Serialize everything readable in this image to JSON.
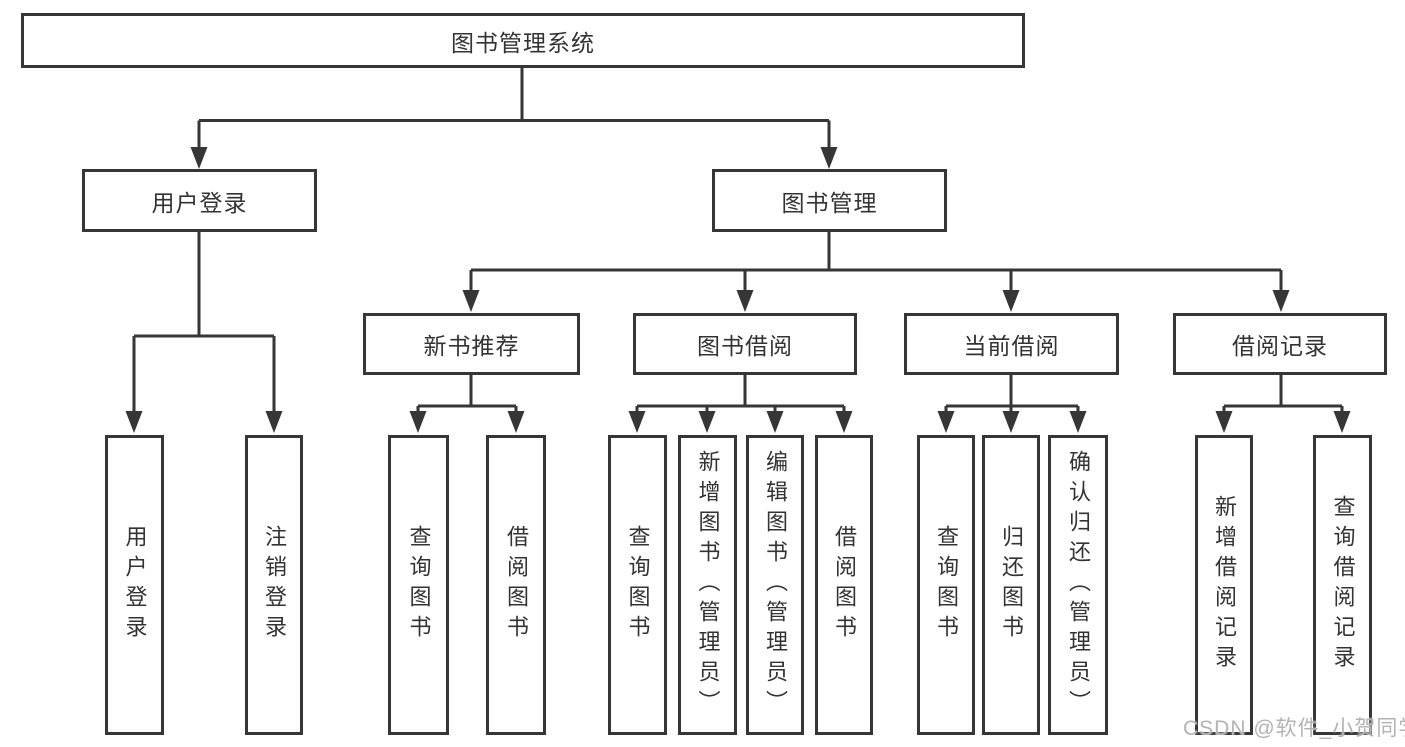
{
  "tree": {
    "label": "图书管理系统",
    "children": [
      {
        "label": "用户登录",
        "children": [
          {
            "label": "用户登录"
          },
          {
            "label": "注销登录"
          }
        ]
      },
      {
        "label": "图书管理",
        "children": [
          {
            "label": "新书推荐",
            "children": [
              {
                "label": "查询图书"
              },
              {
                "label": "借阅图书"
              }
            ]
          },
          {
            "label": "图书借阅",
            "children": [
              {
                "label": "查询图书"
              },
              {
                "label": "新增图书（管理员）"
              },
              {
                "label": "编辑图书（管理员）"
              },
              {
                "label": "借阅图书"
              }
            ]
          },
          {
            "label": "当前借阅",
            "children": [
              {
                "label": "查询图书"
              },
              {
                "label": "归还图书"
              },
              {
                "label": "确认归还（管理员）"
              }
            ]
          },
          {
            "label": "借阅记录",
            "children": [
              {
                "label": "新增借阅记录"
              },
              {
                "label": "查询借阅记录"
              }
            ]
          }
        ]
      }
    ]
  },
  "watermark": {
    "text": "CSDN @软件_小贺同学"
  },
  "colors": {
    "line": "#363636",
    "text": "#333333",
    "background": "#ffffff",
    "watermark": "#b3b3b3"
  }
}
